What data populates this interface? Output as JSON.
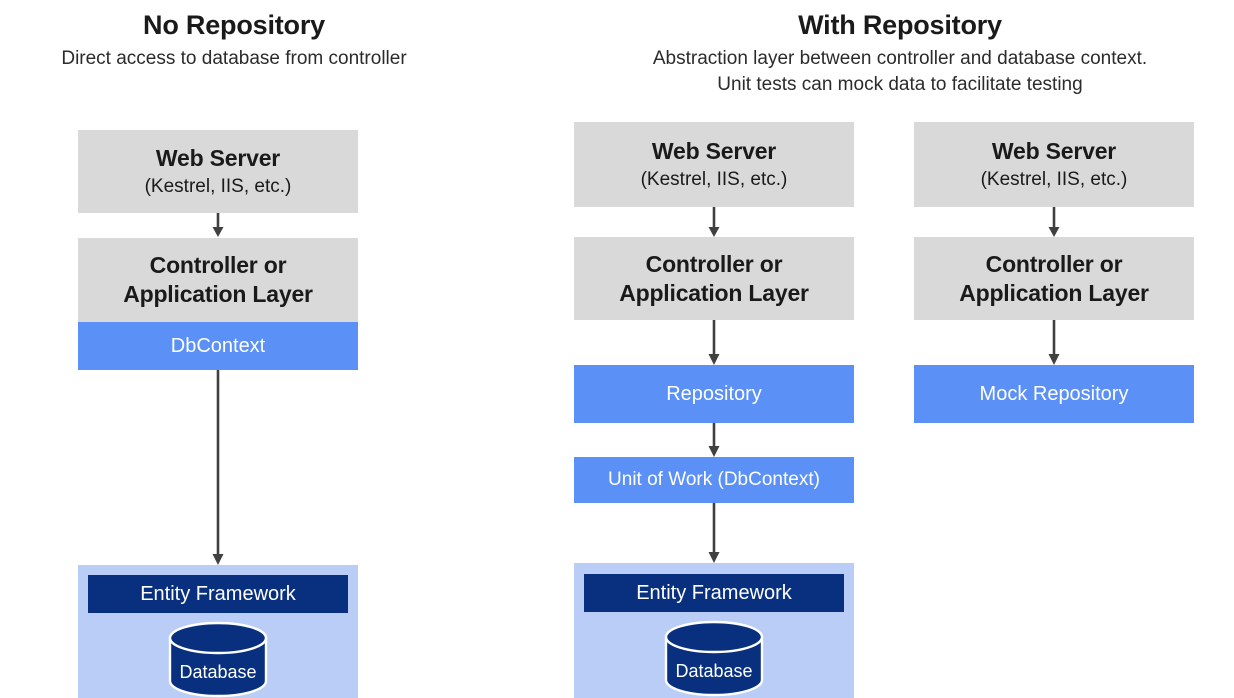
{
  "diagram": {
    "type": "flow-comparison",
    "columns": [
      {
        "id": "no-repository",
        "title": "No Repository",
        "subtitle": "Direct access to database from controller",
        "nodes": [
          {
            "id": "web-server",
            "title": "Web Server",
            "subtitle": "(Kestrel, IIS, etc.)",
            "style": "gray"
          },
          {
            "id": "controller",
            "title": "Controller or",
            "subtitle": "Application Layer",
            "style": "gray"
          },
          {
            "id": "dbcontext",
            "title": "DbContext",
            "style": "blue"
          },
          {
            "id": "entity-framework",
            "title": "Entity Framework",
            "style": "navy-on-lightblue",
            "database_label": "Database"
          }
        ]
      },
      {
        "id": "with-repository",
        "title": "With Repository",
        "subtitle_line1": "Abstraction layer between controller and database context.",
        "subtitle_line2": "Unit tests can mock data to facilitate testing",
        "nodes": [
          {
            "id": "web-server",
            "title": "Web Server",
            "subtitle": "(Kestrel, IIS, etc.)",
            "style": "gray"
          },
          {
            "id": "controller",
            "title": "Controller or",
            "subtitle": "Application Layer",
            "style": "gray"
          },
          {
            "id": "repository",
            "title": "Repository",
            "style": "blue"
          },
          {
            "id": "unit-of-work",
            "title": "Unit of Work (DbContext)",
            "style": "blue"
          },
          {
            "id": "entity-framework",
            "title": "Entity Framework",
            "style": "navy-on-lightblue",
            "database_label": "Database"
          }
        ]
      },
      {
        "id": "with-mock-repository",
        "nodes": [
          {
            "id": "web-server",
            "title": "Web Server",
            "subtitle": "(Kestrel, IIS, etc.)",
            "style": "gray"
          },
          {
            "id": "controller",
            "title": "Controller or",
            "subtitle": "Application Layer",
            "style": "gray"
          },
          {
            "id": "mock-repository",
            "title": "Mock Repository",
            "style": "blue"
          }
        ]
      }
    ],
    "colors": {
      "gray_box": "#d9d9d9",
      "blue_box": "#5b90f7",
      "light_blue_panel": "#b9cdf7",
      "navy_bar": "#08307f",
      "arrow": "#404040",
      "text_dark": "#1a1a1a",
      "text_light": "#ffffff",
      "background": "#ffffff"
    }
  }
}
